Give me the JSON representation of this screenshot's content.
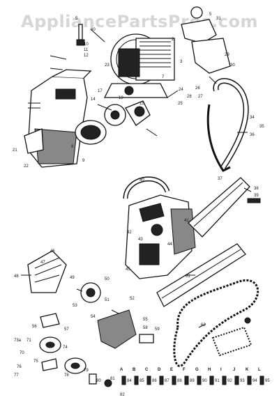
{
  "watermark": "AppliancePartsPros.com",
  "top_callouts": {
    "t1": "5",
    "t2": "31",
    "t3": "60",
    "t4": "5",
    "t5": "10",
    "t6": "11",
    "t7": "12",
    "t8": "23",
    "t9": "3",
    "t10": "14",
    "t11": "17",
    "t12": "19",
    "t13": "15",
    "t14": "7",
    "t15": "2",
    "t16": "24",
    "t17": "28",
    "t18": "26",
    "t19": "27",
    "t20": "25",
    "t21": "34",
    "t22": "35",
    "t23": "36",
    "t24": "29",
    "t25": "30",
    "t26": "21",
    "t27": "22",
    "t28": "8",
    "t29": "9"
  },
  "middle_callouts": {
    "m1": "37",
    "m2": "38",
    "m3": "39",
    "m4": "40",
    "m5": "41",
    "m6": "42",
    "m7": "43",
    "m8": "44",
    "m9": "45",
    "m10": "46",
    "m11": "47",
    "m12": "48",
    "m13": "49",
    "m14": "50",
    "m15": "51",
    "m16": "52",
    "m17": "53",
    "m18": "54",
    "m19": "55",
    "m20": "56",
    "m21": "57",
    "m22": "58",
    "m23": "59",
    "m24": "61",
    "m25": "62"
  },
  "bottom_callouts": {
    "b1": "73a",
    "b2": "71",
    "b3": "70",
    "b4": "74",
    "b5": "75",
    "b6": "76",
    "b7": "77",
    "b8": "78",
    "b9": "79",
    "b10": "80",
    "b11": "81",
    "b12": "82"
  },
  "letter_row": [
    "A",
    "B",
    "C",
    "D",
    "E",
    "F",
    "G",
    "H",
    "I",
    "J",
    "K",
    "L"
  ],
  "number_row": [
    "84",
    "85",
    "86",
    "87",
    "88",
    "89",
    "90",
    "91",
    "92",
    "93",
    "94",
    "95"
  ]
}
